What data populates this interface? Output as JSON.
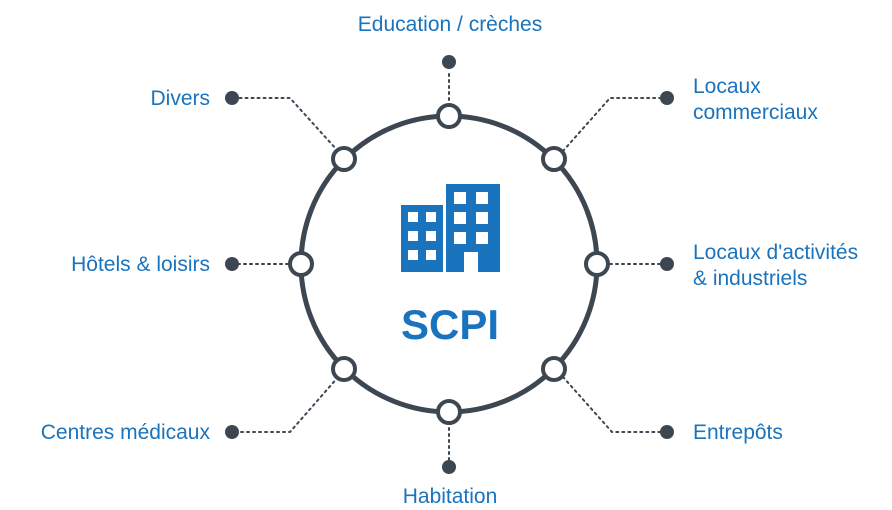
{
  "center": {
    "title": "SCPI",
    "icon": "office-building-icon"
  },
  "categories": {
    "top": "Education / crèches",
    "top_right": "Locaux\ncommerciaux",
    "right": "Locaux d'activités\n& industriels",
    "bottom_right": "Entrepôts",
    "bottom": "Habitation",
    "bottom_left": "Centres médicaux",
    "left": "Hôtels & loisirs",
    "top_left": "Divers"
  },
  "colors": {
    "accent": "#1a73bd",
    "ring": "#3d4751"
  }
}
